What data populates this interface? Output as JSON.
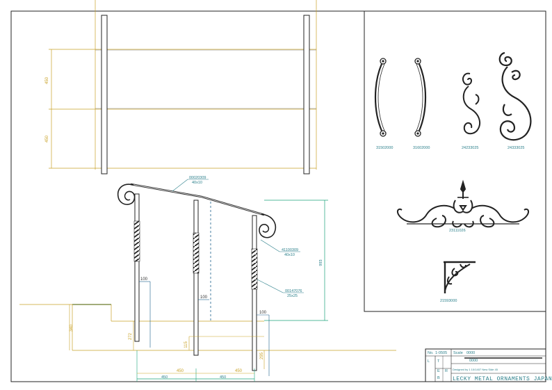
{
  "top_view": {
    "dim_1": "450",
    "dim_2": "450"
  },
  "railing": {
    "handrail_code": "00020309",
    "handrail_size": "40x10",
    "post_code": "41100309",
    "post_size": "40x10",
    "twist_code": "00147076",
    "twist_size": "25x25",
    "height_dim": "993",
    "offset_dim_left": "100",
    "offset_dim_mid": "100",
    "offset_dim_right": "100",
    "step_height": "340",
    "dim_272": "272",
    "dim_115": "115",
    "dim_295": "295",
    "span_1": "450",
    "span_2": "450",
    "span_3": "450",
    "span_4": "450"
  },
  "parts": [
    {
      "code": "31502000"
    },
    {
      "code": "31602000"
    },
    {
      "code": "24233025"
    },
    {
      "code": "24333025"
    },
    {
      "code": "23111026"
    },
    {
      "code": "21593000"
    }
  ],
  "title_block": {
    "no_label": "No.",
    "no_value": "1-0505",
    "scale_label": "Scale",
    "scale_value": "0000",
    "date_value": "0000",
    "mark_t": "T",
    "mark_e": "E",
    "mark_r": "R",
    "mark_b": "B",
    "mark_l": "L",
    "small_line": "Designed by    1 10/1407     New        Side  45",
    "company": "LECKY METAL ORNAMENTS JAPAN"
  }
}
